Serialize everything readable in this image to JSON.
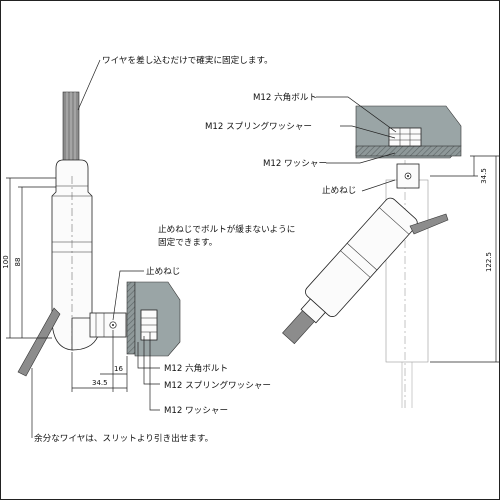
{
  "colors": {
    "plate": "#9aa5a6",
    "plate_hatch": "#555555",
    "wire": "#8c8c8c",
    "line": "#222222"
  },
  "annotations": {
    "top_wire_note": "ワイヤを差し込むだけで確実に固定します。",
    "bolt_right": "M12 六角ボルト",
    "spring_washer_right": "M12 スプリングワッシャー",
    "washer_right": "M12 ワッシャー",
    "set_screw_right": "止めねじ",
    "set_screw_note_1": "止めねじでボルトが緩まないように",
    "set_screw_note_2": "固定できます。",
    "set_screw_left": "止めねじ",
    "bolt_left": "M12 六角ボルト",
    "spring_washer_left": "M12 スプリングワッシャー",
    "washer_left": "M12 ワッシャー",
    "bottom_note": "余分なワイヤは、スリットより引き出せます。"
  },
  "dimensions": {
    "total_height_left": "100",
    "body_length_left": "88",
    "offset_16": "16",
    "offset_34_5": "34.5",
    "right_top": "34.5",
    "right_total": "122.5"
  }
}
